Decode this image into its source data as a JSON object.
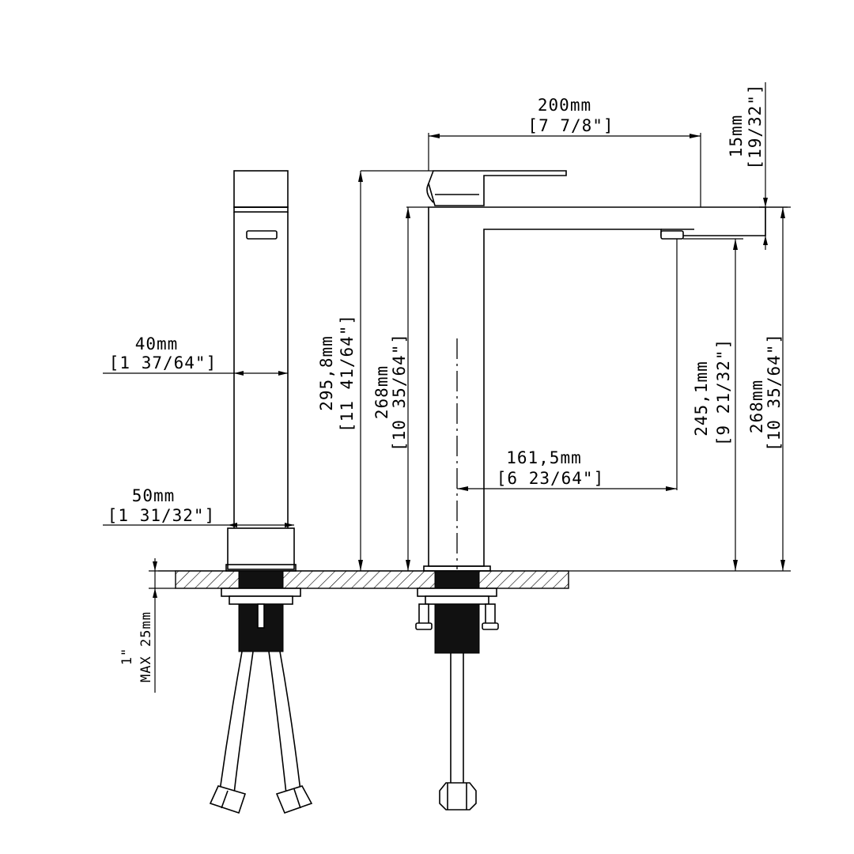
{
  "dimensions": {
    "spout_reach": {
      "metric": "200mm",
      "imperial": "[7 7/8\"]"
    },
    "spout_thickness": {
      "metric": "15mm",
      "imperial": "[19/32\"]"
    },
    "body_width": {
      "metric": "40mm",
      "imperial": "[1 37/64\"]"
    },
    "base_width": {
      "metric": "50mm",
      "imperial": "[1 31/32\"]"
    },
    "total_height": {
      "metric": "295,8mm",
      "imperial": "[11 41/64\"]"
    },
    "body_height_left": {
      "metric": "268mm",
      "imperial": "[10 35/64\"]"
    },
    "outlet_height": {
      "metric": "245,1mm",
      "imperial": "[9 21/32\"]"
    },
    "body_height_right": {
      "metric": "268mm",
      "imperial": "[10 35/64\"]"
    },
    "outlet_projection": {
      "metric": "161,5mm",
      "imperial": "[6 23/64\"]"
    },
    "max_deck_thickness": {
      "metric": "MAX 25mm",
      "imperial": "1\""
    }
  }
}
